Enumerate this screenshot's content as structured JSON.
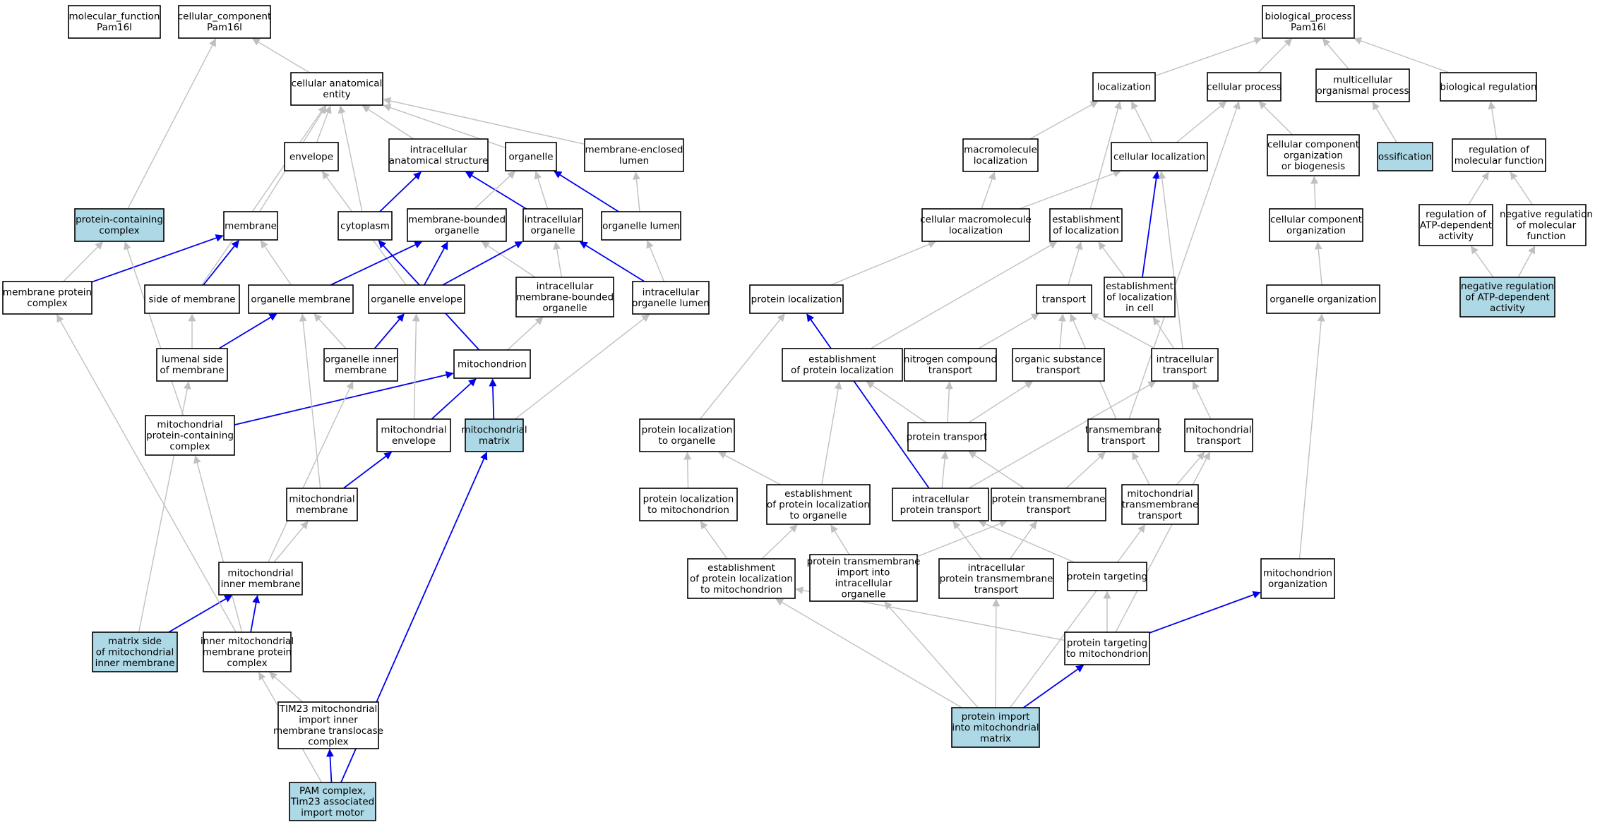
{
  "colors": {
    "default_fill": "#ffffff",
    "highlight_fill": "#add8e6",
    "grey_edge": "#c0c0c0",
    "blue_edge": "#0000ee"
  },
  "nodes": [
    {
      "id": "mf",
      "lines": [
        "molecular_function",
        "Pam16l"
      ],
      "hl": false
    },
    {
      "id": "cc",
      "lines": [
        "cellular_component",
        "Pam16l"
      ],
      "hl": false
    },
    {
      "id": "bp",
      "lines": [
        "biological_process",
        "Pam16l"
      ],
      "hl": false
    },
    {
      "id": "cae",
      "lines": [
        "cellular anatomical",
        "entity"
      ],
      "hl": false
    },
    {
      "id": "env",
      "lines": [
        "envelope"
      ],
      "hl": false
    },
    {
      "id": "ias",
      "lines": [
        "intracellular",
        "anatomical structure"
      ],
      "hl": false
    },
    {
      "id": "org",
      "lines": [
        "organelle"
      ],
      "hl": false
    },
    {
      "id": "mel",
      "lines": [
        "membrane-enclosed",
        "lumen"
      ],
      "hl": false
    },
    {
      "id": "pcc",
      "lines": [
        "protein-containing",
        "complex"
      ],
      "hl": true
    },
    {
      "id": "mem",
      "lines": [
        "membrane"
      ],
      "hl": false
    },
    {
      "id": "cyt",
      "lines": [
        "cytoplasm"
      ],
      "hl": false
    },
    {
      "id": "mbo",
      "lines": [
        "membrane-bounded",
        "organelle"
      ],
      "hl": false
    },
    {
      "id": "io",
      "lines": [
        "intracellular",
        "organelle"
      ],
      "hl": false
    },
    {
      "id": "ol",
      "lines": [
        "organelle lumen"
      ],
      "hl": false
    },
    {
      "id": "mpc",
      "lines": [
        "membrane protein",
        "complex"
      ],
      "hl": false
    },
    {
      "id": "som",
      "lines": [
        "side of membrane"
      ],
      "hl": false
    },
    {
      "id": "om",
      "lines": [
        "organelle membrane"
      ],
      "hl": false
    },
    {
      "id": "oe",
      "lines": [
        "organelle envelope"
      ],
      "hl": false
    },
    {
      "id": "imbo",
      "lines": [
        "intracellular",
        "membrane-bounded",
        "organelle"
      ],
      "hl": false
    },
    {
      "id": "iol",
      "lines": [
        "intracellular",
        "organelle lumen"
      ],
      "hl": false
    },
    {
      "id": "lsm",
      "lines": [
        "lumenal side",
        "of membrane"
      ],
      "hl": false
    },
    {
      "id": "oim",
      "lines": [
        "organelle inner",
        "membrane"
      ],
      "hl": false
    },
    {
      "id": "mito",
      "lines": [
        "mitochondrion"
      ],
      "hl": false
    },
    {
      "id": "mpcc",
      "lines": [
        "mitochondrial",
        "protein-containing",
        "complex"
      ],
      "hl": false
    },
    {
      "id": "menv",
      "lines": [
        "mitochondrial",
        "envelope"
      ],
      "hl": false
    },
    {
      "id": "mmat",
      "lines": [
        "mitochondrial",
        "matrix"
      ],
      "hl": true
    },
    {
      "id": "mmem",
      "lines": [
        "mitochondrial",
        "membrane"
      ],
      "hl": false
    },
    {
      "id": "mim",
      "lines": [
        "mitochondrial",
        "inner membrane"
      ],
      "hl": false
    },
    {
      "id": "msmim",
      "lines": [
        "matrix side",
        "of mitochondrial",
        "inner membrane"
      ],
      "hl": true
    },
    {
      "id": "impc",
      "lines": [
        "inner mitochondrial",
        "membrane protein",
        "complex"
      ],
      "hl": false
    },
    {
      "id": "tim23",
      "lines": [
        "TIM23 mitochondrial",
        "import inner",
        "membrane translocase",
        "complex"
      ],
      "hl": false
    },
    {
      "id": "pam",
      "lines": [
        "PAM complex,",
        "Tim23 associated",
        "import motor"
      ],
      "hl": true
    },
    {
      "id": "loc",
      "lines": [
        "localization"
      ],
      "hl": false
    },
    {
      "id": "cp",
      "lines": [
        "cellular process"
      ],
      "hl": false
    },
    {
      "id": "mop",
      "lines": [
        "multicellular",
        "organismal process"
      ],
      "hl": false
    },
    {
      "id": "breg",
      "lines": [
        "biological regulation"
      ],
      "hl": false
    },
    {
      "id": "macl",
      "lines": [
        "macromolecule",
        "localization"
      ],
      "hl": false
    },
    {
      "id": "cl",
      "lines": [
        "cellular localization"
      ],
      "hl": false
    },
    {
      "id": "ccob",
      "lines": [
        "cellular component",
        "organization",
        "or biogenesis"
      ],
      "hl": false
    },
    {
      "id": "oss",
      "lines": [
        "ossification"
      ],
      "hl": true
    },
    {
      "id": "rmf",
      "lines": [
        "regulation of",
        "molecular function"
      ],
      "hl": false
    },
    {
      "id": "cmacl",
      "lines": [
        "cellular macromolecule",
        "localization"
      ],
      "hl": false
    },
    {
      "id": "eol",
      "lines": [
        "establishment",
        "of localization"
      ],
      "hl": false
    },
    {
      "id": "cco",
      "lines": [
        "cellular component",
        "organization"
      ],
      "hl": false
    },
    {
      "id": "rada",
      "lines": [
        "regulation of",
        "ATP-dependent",
        "activity"
      ],
      "hl": false
    },
    {
      "id": "nrmf",
      "lines": [
        "negative regulation",
        "of molecular",
        "function"
      ],
      "hl": false
    },
    {
      "id": "ploc",
      "lines": [
        "protein localization"
      ],
      "hl": false
    },
    {
      "id": "trans",
      "lines": [
        "transport"
      ],
      "hl": false
    },
    {
      "id": "eolc",
      "lines": [
        "establishment",
        "of localization",
        "in cell"
      ],
      "hl": false
    },
    {
      "id": "oorg",
      "lines": [
        "organelle organization"
      ],
      "hl": false
    },
    {
      "id": "nrada",
      "lines": [
        "negative regulation",
        "of ATP-dependent",
        "activity"
      ],
      "hl": true
    },
    {
      "id": "epl",
      "lines": [
        "establishment",
        "of protein localization"
      ],
      "hl": false
    },
    {
      "id": "ncl",
      "lines": [
        "nitrogen compound",
        "transport"
      ],
      "hl": false
    },
    {
      "id": "ost",
      "lines": [
        "organic substance",
        "transport"
      ],
      "hl": false
    },
    {
      "id": "itr",
      "lines": [
        "intracellular",
        "transport"
      ],
      "hl": false
    },
    {
      "id": "plo",
      "lines": [
        "protein localization",
        "to organelle"
      ],
      "hl": false
    },
    {
      "id": "ptr",
      "lines": [
        "protein transport"
      ],
      "hl": false
    },
    {
      "id": "tmt",
      "lines": [
        "transmembrane",
        "transport"
      ],
      "hl": false
    },
    {
      "id": "mtr",
      "lines": [
        "mitochondrial",
        "transport"
      ],
      "hl": false
    },
    {
      "id": "plm",
      "lines": [
        "protein localization",
        "to mitochondrion"
      ],
      "hl": false
    },
    {
      "id": "eplo",
      "lines": [
        "establishment",
        "of protein localization",
        "to organelle"
      ],
      "hl": false
    },
    {
      "id": "ipt",
      "lines": [
        "intracellular",
        "protein transport"
      ],
      "hl": false
    },
    {
      "id": "ptmt",
      "lines": [
        "protein transmembrane",
        "transport"
      ],
      "hl": false
    },
    {
      "id": "mtmt",
      "lines": [
        "mitochondrial",
        "transmembrane",
        "transport"
      ],
      "hl": false
    },
    {
      "id": "eplm",
      "lines": [
        "establishment",
        "of protein localization",
        "to mitochondrion"
      ],
      "hl": false
    },
    {
      "id": "ptmio",
      "lines": [
        "protein transmembrane",
        "import into",
        "intracellular",
        "organelle"
      ],
      "hl": false
    },
    {
      "id": "iptmt",
      "lines": [
        "intracellular",
        "protein transmembrane",
        "transport"
      ],
      "hl": false
    },
    {
      "id": "ptg",
      "lines": [
        "protein targeting"
      ],
      "hl": false
    },
    {
      "id": "morg",
      "lines": [
        "mitochondrion",
        "organization"
      ],
      "hl": false
    },
    {
      "id": "ptgm",
      "lines": [
        "protein targeting",
        "to mitochondrion"
      ],
      "hl": false
    },
    {
      "id": "pimm",
      "lines": [
        "protein import",
        "into mitochondrial",
        "matrix"
      ],
      "hl": true
    }
  ],
  "edges": [
    {
      "from": "cae",
      "to": "cc",
      "type": "is_a"
    },
    {
      "from": "pcc",
      "to": "cc",
      "type": "is_a"
    },
    {
      "from": "env",
      "to": "cae",
      "type": "is_a"
    },
    {
      "from": "ias",
      "to": "cae",
      "type": "is_a"
    },
    {
      "from": "org",
      "to": "cae",
      "type": "is_a"
    },
    {
      "from": "mel",
      "to": "cae",
      "type": "is_a"
    },
    {
      "from": "mem",
      "to": "cae",
      "type": "is_a"
    },
    {
      "from": "cyt",
      "to": "cae",
      "type": "is_a"
    },
    {
      "from": "som",
      "to": "cae",
      "type": "is_a"
    },
    {
      "from": "cyt",
      "to": "ias",
      "type": "part_of"
    },
    {
      "from": "io",
      "to": "ias",
      "type": "part_of"
    },
    {
      "from": "mbo",
      "to": "org",
      "type": "is_a"
    },
    {
      "from": "io",
      "to": "org",
      "type": "is_a"
    },
    {
      "from": "ol",
      "to": "org",
      "type": "part_of"
    },
    {
      "from": "ol",
      "to": "mel",
      "type": "is_a"
    },
    {
      "from": "mpc",
      "to": "pcc",
      "type": "is_a"
    },
    {
      "from": "mpc",
      "to": "mem",
      "type": "part_of"
    },
    {
      "from": "som",
      "to": "mem",
      "type": "part_of"
    },
    {
      "from": "om",
      "to": "mem",
      "type": "is_a"
    },
    {
      "from": "oe",
      "to": "env",
      "type": "is_a"
    },
    {
      "from": "om",
      "to": "mbo",
      "type": "part_of"
    },
    {
      "from": "oe",
      "to": "mbo",
      "type": "part_of"
    },
    {
      "from": "imbo",
      "to": "mbo",
      "type": "is_a"
    },
    {
      "from": "oe",
      "to": "io",
      "type": "part_of"
    },
    {
      "from": "imbo",
      "to": "io",
      "type": "is_a"
    },
    {
      "from": "iol",
      "to": "io",
      "type": "part_of"
    },
    {
      "from": "iol",
      "to": "ol",
      "type": "is_a"
    },
    {
      "from": "lsm",
      "to": "som",
      "type": "is_a"
    },
    {
      "from": "lsm",
      "to": "om",
      "type": "part_of"
    },
    {
      "from": "oim",
      "to": "om",
      "type": "is_a"
    },
    {
      "from": "oim",
      "to": "oe",
      "type": "part_of"
    },
    {
      "from": "mito",
      "to": "imbo",
      "type": "is_a"
    },
    {
      "from": "mito",
      "to": "cyt",
      "type": "part_of"
    },
    {
      "from": "mpcc",
      "to": "pcc",
      "type": "is_a"
    },
    {
      "from": "mpcc",
      "to": "mito",
      "type": "part_of"
    },
    {
      "from": "menv",
      "to": "mito",
      "type": "part_of"
    },
    {
      "from": "menv",
      "to": "oe",
      "type": "is_a"
    },
    {
      "from": "mmat",
      "to": "mito",
      "type": "part_of"
    },
    {
      "from": "mmat",
      "to": "iol",
      "type": "is_a"
    },
    {
      "from": "mmem",
      "to": "menv",
      "type": "part_of"
    },
    {
      "from": "mmem",
      "to": "om",
      "type": "is_a"
    },
    {
      "from": "mim",
      "to": "mmem",
      "type": "is_a"
    },
    {
      "from": "mim",
      "to": "oim",
      "type": "is_a"
    },
    {
      "from": "msmim",
      "to": "mim",
      "type": "part_of"
    },
    {
      "from": "msmim",
      "to": "lsm",
      "type": "is_a"
    },
    {
      "from": "impc",
      "to": "mim",
      "type": "part_of"
    },
    {
      "from": "impc",
      "to": "mpcc",
      "type": "is_a"
    },
    {
      "from": "impc",
      "to": "mpc",
      "type": "is_a"
    },
    {
      "from": "tim23",
      "to": "impc",
      "type": "is_a"
    },
    {
      "from": "pam",
      "to": "tim23",
      "type": "part_of"
    },
    {
      "from": "pam",
      "to": "mmat",
      "type": "part_of"
    },
    {
      "from": "pam",
      "to": "impc",
      "type": "is_a"
    },
    {
      "from": "loc",
      "to": "bp",
      "type": "is_a"
    },
    {
      "from": "cp",
      "to": "bp",
      "type": "is_a"
    },
    {
      "from": "mop",
      "to": "bp",
      "type": "is_a"
    },
    {
      "from": "breg",
      "to": "bp",
      "type": "is_a"
    },
    {
      "from": "macl",
      "to": "loc",
      "type": "is_a"
    },
    {
      "from": "cl",
      "to": "loc",
      "type": "is_a"
    },
    {
      "from": "cl",
      "to": "cp",
      "type": "is_a"
    },
    {
      "from": "ccob",
      "to": "cp",
      "type": "is_a"
    },
    {
      "from": "oss",
      "to": "mop",
      "type": "is_a"
    },
    {
      "from": "rmf",
      "to": "breg",
      "type": "is_a"
    },
    {
      "from": "cmacl",
      "to": "macl",
      "type": "is_a"
    },
    {
      "from": "cmacl",
      "to": "cl",
      "type": "is_a"
    },
    {
      "from": "eol",
      "to": "loc",
      "type": "is_a"
    },
    {
      "from": "cco",
      "to": "ccob",
      "type": "is_a"
    },
    {
      "from": "rada",
      "to": "rmf",
      "type": "is_a"
    },
    {
      "from": "nrmf",
      "to": "rmf",
      "type": "is_a"
    },
    {
      "from": "ploc",
      "to": "cmacl",
      "type": "is_a"
    },
    {
      "from": "trans",
      "to": "eol",
      "type": "is_a"
    },
    {
      "from": "eolc",
      "to": "eol",
      "type": "is_a"
    },
    {
      "from": "eolc",
      "to": "cl",
      "type": "part_of"
    },
    {
      "from": "oorg",
      "to": "cco",
      "type": "is_a"
    },
    {
      "from": "nrada",
      "to": "rada",
      "type": "is_a"
    },
    {
      "from": "nrada",
      "to": "nrmf",
      "type": "is_a"
    },
    {
      "from": "epl",
      "to": "ploc",
      "type": "is_a"
    },
    {
      "from": "epl",
      "to": "eol",
      "type": "is_a"
    },
    {
      "from": "ncl",
      "to": "trans",
      "type": "is_a"
    },
    {
      "from": "ost",
      "to": "trans",
      "type": "is_a"
    },
    {
      "from": "itr",
      "to": "trans",
      "type": "is_a"
    },
    {
      "from": "itr",
      "to": "eolc",
      "type": "is_a"
    },
    {
      "from": "itr",
      "to": "cl",
      "type": "is_a"
    },
    {
      "from": "plo",
      "to": "ploc",
      "type": "is_a"
    },
    {
      "from": "ptr",
      "to": "epl",
      "type": "is_a"
    },
    {
      "from": "ptr",
      "to": "ncl",
      "type": "is_a"
    },
    {
      "from": "ptr",
      "to": "ost",
      "type": "is_a"
    },
    {
      "from": "tmt",
      "to": "trans",
      "type": "is_a"
    },
    {
      "from": "tmt",
      "to": "cp",
      "type": "is_a"
    },
    {
      "from": "mtr",
      "to": "itr",
      "type": "is_a"
    },
    {
      "from": "plm",
      "to": "plo",
      "type": "is_a"
    },
    {
      "from": "eplo",
      "to": "plo",
      "type": "is_a"
    },
    {
      "from": "eplo",
      "to": "epl",
      "type": "is_a"
    },
    {
      "from": "ipt",
      "to": "ptr",
      "type": "is_a"
    },
    {
      "from": "ipt",
      "to": "itr",
      "type": "is_a"
    },
    {
      "from": "ipt",
      "to": "ploc",
      "type": "part_of"
    },
    {
      "from": "ptmt",
      "to": "ptr",
      "type": "is_a"
    },
    {
      "from": "ptmt",
      "to": "tmt",
      "type": "is_a"
    },
    {
      "from": "mtmt",
      "to": "tmt",
      "type": "is_a"
    },
    {
      "from": "mtmt",
      "to": "mtr",
      "type": "is_a"
    },
    {
      "from": "eplm",
      "to": "plm",
      "type": "is_a"
    },
    {
      "from": "eplm",
      "to": "eplo",
      "type": "is_a"
    },
    {
      "from": "ptmio",
      "to": "eplo",
      "type": "is_a"
    },
    {
      "from": "ptmio",
      "to": "ptmt",
      "type": "is_a"
    },
    {
      "from": "iptmt",
      "to": "ipt",
      "type": "is_a"
    },
    {
      "from": "iptmt",
      "to": "ptmt",
      "type": "is_a"
    },
    {
      "from": "ptg",
      "to": "ipt",
      "type": "is_a"
    },
    {
      "from": "morg",
      "to": "oorg",
      "type": "is_a"
    },
    {
      "from": "ptgm",
      "to": "ptg",
      "type": "is_a"
    },
    {
      "from": "ptgm",
      "to": "eplm",
      "type": "is_a"
    },
    {
      "from": "ptgm",
      "to": "mtr",
      "type": "is_a"
    },
    {
      "from": "ptgm",
      "to": "morg",
      "type": "part_of"
    },
    {
      "from": "pimm",
      "to": "ptgm",
      "type": "part_of"
    },
    {
      "from": "pimm",
      "to": "eplm",
      "type": "is_a"
    },
    {
      "from": "pimm",
      "to": "ptmio",
      "type": "is_a"
    },
    {
      "from": "pimm",
      "to": "iptmt",
      "type": "is_a"
    },
    {
      "from": "pimm",
      "to": "mtmt",
      "type": "is_a"
    }
  ]
}
